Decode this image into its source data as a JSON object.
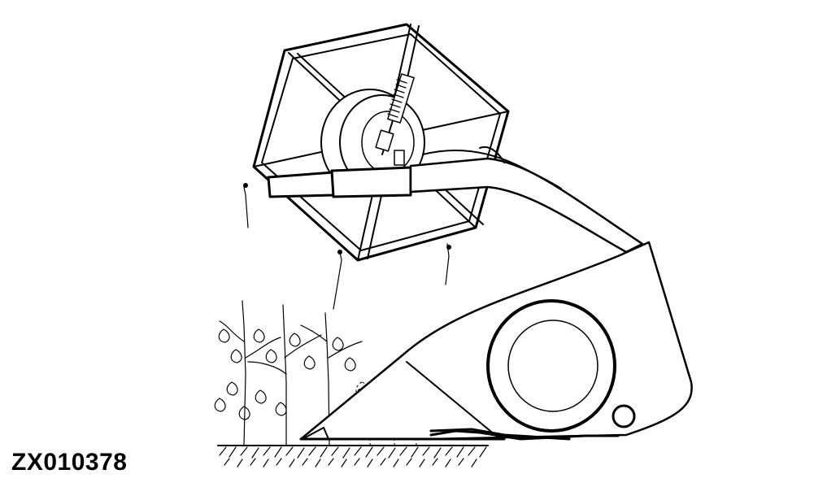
{
  "figure": {
    "id_label": "ZX010378",
    "subject": "combine-header-with-reel",
    "colors": {
      "line": "#000000",
      "background": "#ffffff"
    },
    "parts": [
      "reel-frame",
      "reel-hub",
      "reel-drive-shaft",
      "reel-support-arm",
      "header-body",
      "header-drum",
      "small-roller",
      "cutter-bar",
      "crop-plants",
      "ground"
    ]
  }
}
